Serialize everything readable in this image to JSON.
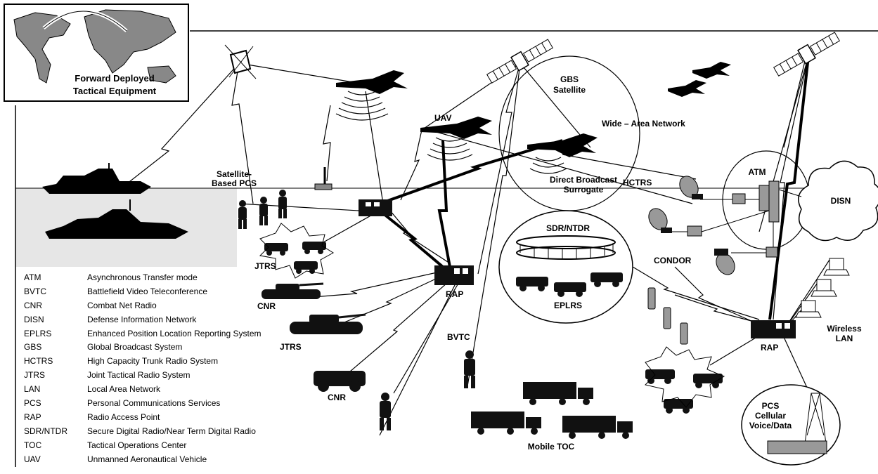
{
  "inset_title": [
    "Forward Deployed",
    "Tactical Equipment"
  ],
  "labels": {
    "satellite_pcs": [
      "Satellite-",
      "Based PCS"
    ],
    "uav": "UAV",
    "gbs_satellite": [
      "GBS",
      "Satellite"
    ],
    "wan": "Wide – Area Network",
    "dbs": [
      "Direct Broadcast",
      "Surrogate"
    ],
    "hctrs": "HCTRS",
    "atm": "ATM",
    "disn": "DISN",
    "sdr_ntdr": "SDR/NTDR",
    "epLrs": "EPLRS",
    "condor": "CONDOR",
    "jtrs_1": "JTRS",
    "jtrs_2": "JTRS",
    "cnr_1": "CNR",
    "cnr_2": "CNR",
    "rap_1": "RAP",
    "rap_2": "RAP",
    "bvtc": "BVTC",
    "mobile_toc": "Mobile TOC",
    "wireless_lan": [
      "Wireless",
      "LAN"
    ],
    "pcs_cell": [
      "PCS",
      "Cellular",
      "Voice/Data"
    ]
  },
  "glossary": [
    {
      "abbr": "ATM",
      "def": "Asynchronous Transfer mode"
    },
    {
      "abbr": "BVTC",
      "def": "Battlefield Video Teleconference"
    },
    {
      "abbr": "CNR",
      "def": "Combat Net Radio"
    },
    {
      "abbr": "DISN",
      "def": "Defense Information Network"
    },
    {
      "abbr": "EPLRS",
      "def": "Enhanced Position Location Reporting System"
    },
    {
      "abbr": "GBS",
      "def": "Global Broadcast System"
    },
    {
      "abbr": "HCTRS",
      "def": "High Capacity Trunk Radio System"
    },
    {
      "abbr": "JTRS",
      "def": "Joint Tactical Radio System"
    },
    {
      "abbr": "LAN",
      "def": "Local Area Network"
    },
    {
      "abbr": "PCS",
      "def": "Personal Communications Services"
    },
    {
      "abbr": "RAP",
      "def": "Radio Access Point"
    },
    {
      "abbr": "SDR/NTDR",
      "def": "Secure Digital Radio/Near Term Digital Radio"
    },
    {
      "abbr": "TOC",
      "def": "Tactical Operations Center"
    },
    {
      "abbr": "UAV",
      "def": "Unmanned Aeronautical Vehicle"
    }
  ]
}
